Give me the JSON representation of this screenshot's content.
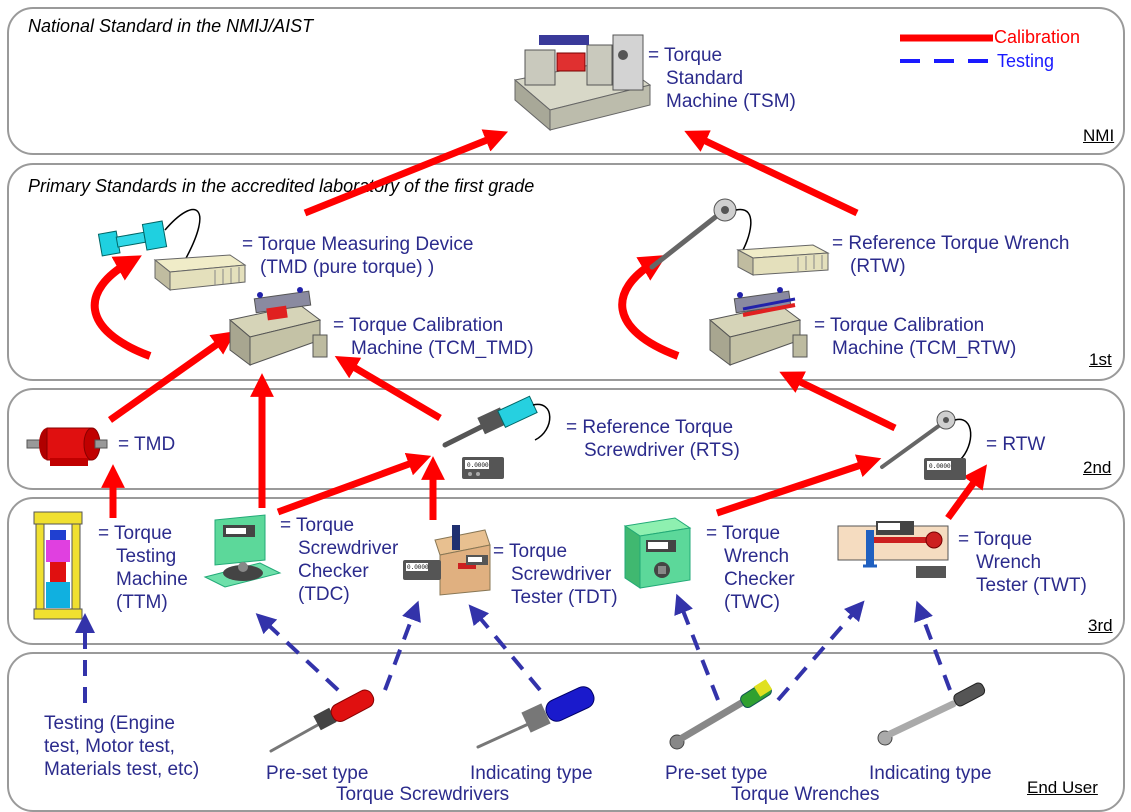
{
  "tiers": {
    "nmi": {
      "title": "National Standard in the NMIJ/AIST",
      "tag": "NMI"
    },
    "first": {
      "title": "Primary Standards in the accredited laboratory of the first grade",
      "tag": "1st"
    },
    "second": {
      "tag": "2nd"
    },
    "third": {
      "tag": "3rd"
    },
    "end": {
      "tag": "End User"
    }
  },
  "legend": {
    "calibration": "Calibration",
    "testing": "Testing",
    "calibration_color": "#ff0000",
    "testing_color": "#1a1aff"
  },
  "labels": {
    "tsm": [
      "= Torque",
      "Standard",
      "Machine (TSM)"
    ],
    "tmd_device": [
      "= Torque Measuring Device",
      "(TMD (pure torque) )"
    ],
    "tcm_tmd": [
      "= Torque Calibration",
      "Machine (TCM_TMD)"
    ],
    "rtw_ref": [
      "= Reference Torque Wrench",
      "(RTW)"
    ],
    "tcm_rtw": [
      "= Torque Calibration",
      "Machine (TCM_RTW)"
    ],
    "tmd_2nd": [
      "= TMD"
    ],
    "rts": [
      "= Reference Torque",
      "Screwdriver  (RTS)"
    ],
    "rtw_2nd": [
      "= RTW"
    ],
    "ttm": [
      "= Torque",
      "Testing",
      "Machine",
      "(TTM)"
    ],
    "tdc": [
      "= Torque",
      "Screwdriver",
      "Checker",
      "(TDC)"
    ],
    "tdt": [
      "= Torque",
      "Screwdriver",
      "Tester (TDT)"
    ],
    "twc": [
      "= Torque",
      "Wrench",
      "Checker",
      "(TWC)"
    ],
    "twt": [
      "= Torque",
      "Wrench",
      "Tester (TWT)"
    ],
    "testing": [
      "Testing (Engine",
      "test, Motor test,",
      "Materials test, etc)"
    ],
    "sd_preset": "Pre-set type",
    "sd_indicating": "Indicating type",
    "sd_group": "Torque Screwdrivers",
    "wr_preset": "Pre-set type",
    "wr_indicating": "Indicating type",
    "wr_group": "Torque Wrenches"
  },
  "display_readout": "0.0000",
  "colors": {
    "tier_border": "#9a9a9a",
    "label_text": "#2b2b8c"
  }
}
